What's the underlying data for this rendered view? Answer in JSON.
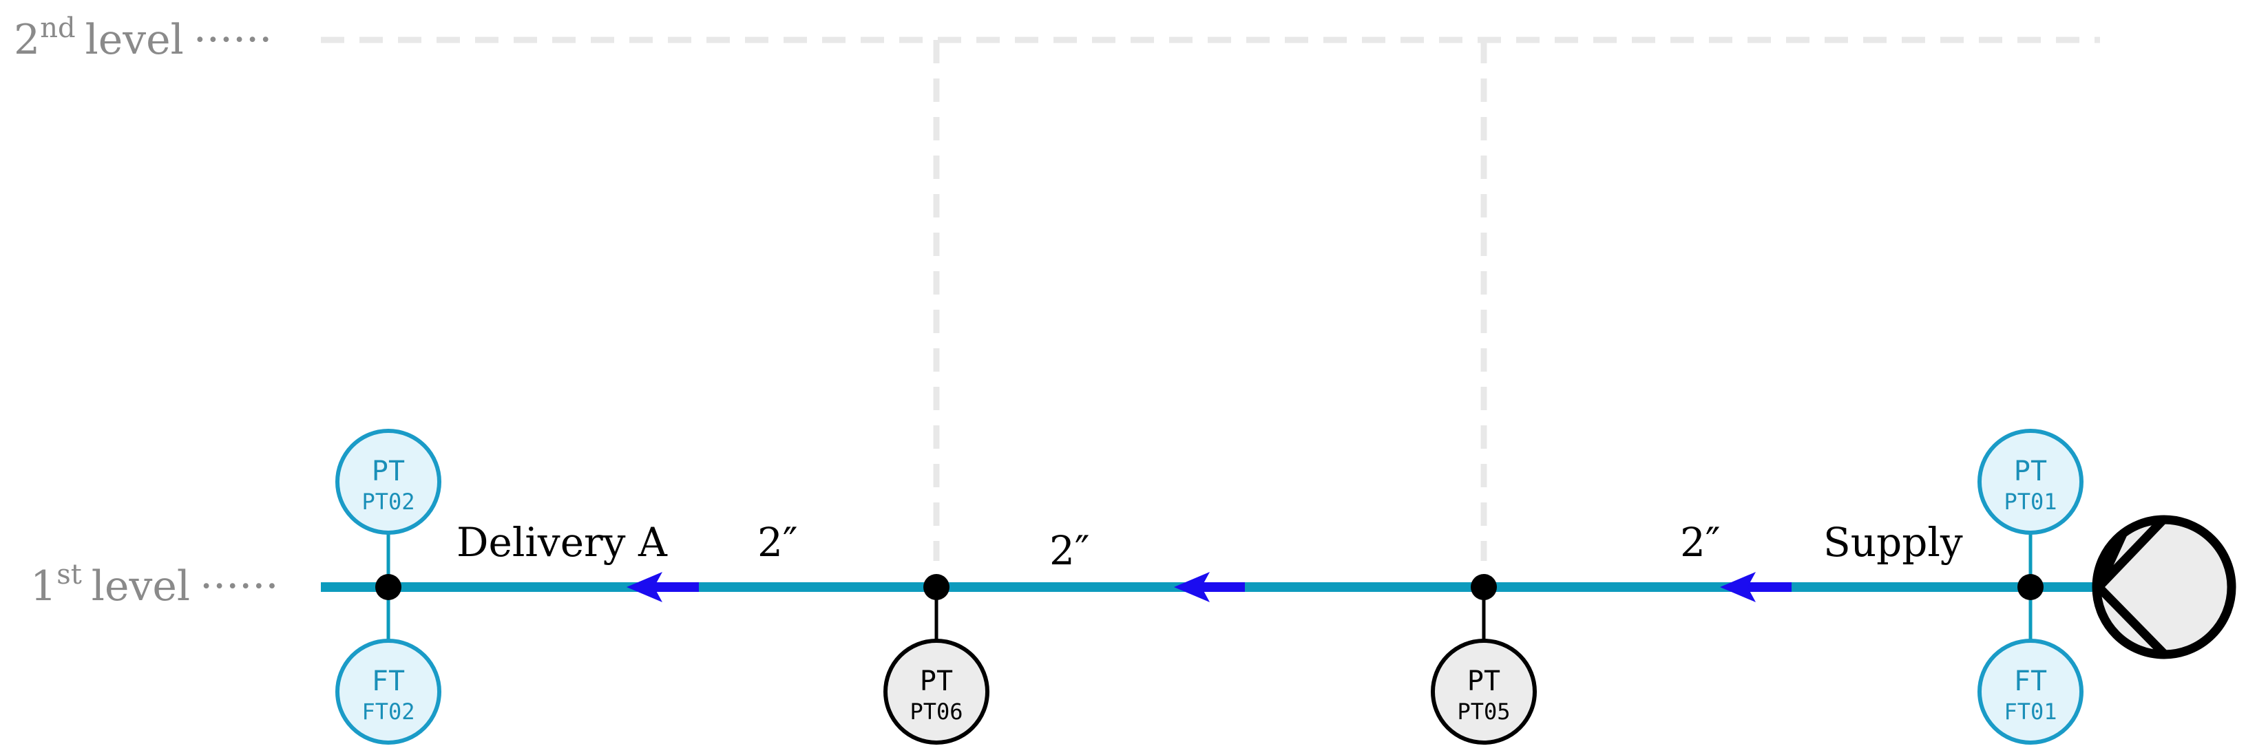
{
  "levels": {
    "second": {
      "base": "2",
      "sup": "nd",
      "word": "level",
      "dots": "······"
    },
    "first": {
      "base": "1",
      "sup": "st",
      "word": "level",
      "dots": "······"
    }
  },
  "labels": {
    "delivery": "Delivery A",
    "supply": "Supply",
    "pipe_size": "2″"
  },
  "instruments": {
    "pt02": {
      "type": "PT",
      "tag": "PT02"
    },
    "ft02": {
      "type": "FT",
      "tag": "FT02"
    },
    "pt06": {
      "type": "PT",
      "tag": "PT06"
    },
    "pt05": {
      "type": "PT",
      "tag": "PT05"
    },
    "pt01": {
      "type": "PT",
      "tag": "PT01"
    },
    "ft01": {
      "type": "FT",
      "tag": "FT01"
    }
  },
  "colors": {
    "pipe": "#0d9bbd",
    "flow_arrow": "#1b0cf0",
    "level_line": "#e8e8e8",
    "level_text": "#8a8a8a",
    "instrument_stroke": "#1a9bc7",
    "instrument_fill": "#e2f4fb",
    "instrument_text": "#1a8fb8",
    "local_fill": "#ececec"
  }
}
